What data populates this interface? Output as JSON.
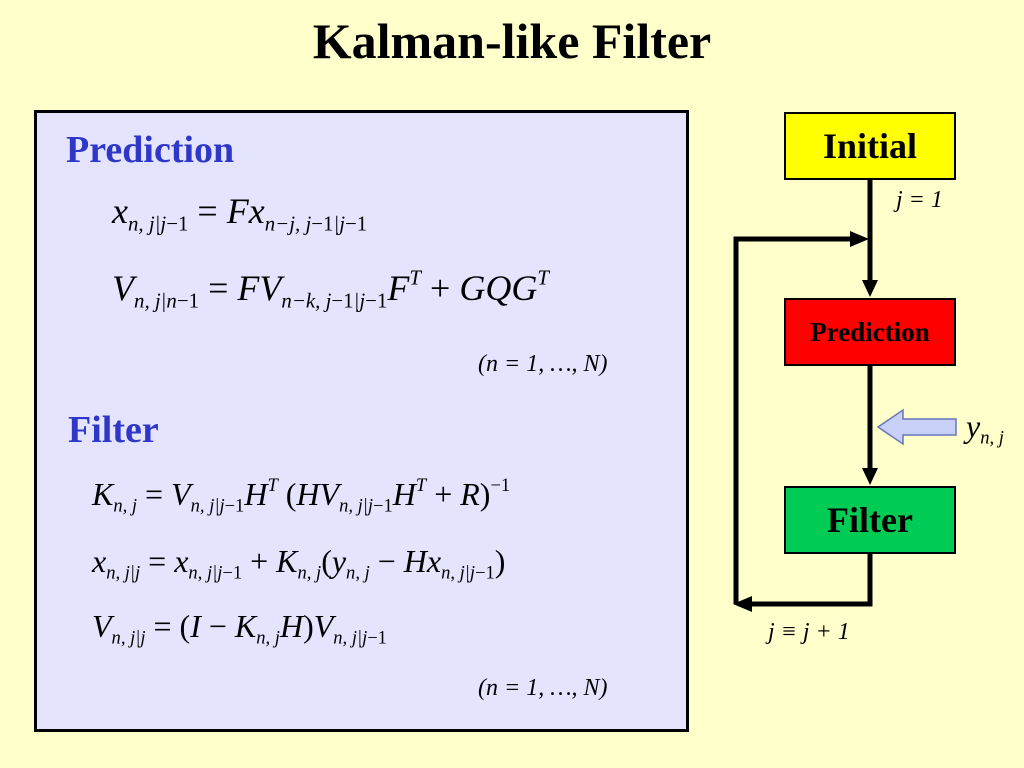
{
  "title": "Kalman-like Filter",
  "prediction": {
    "heading": "Prediction",
    "range_note": "(n = 1, …, N)"
  },
  "filter": {
    "heading": "Filter",
    "range_note": "(n = 1, …, N)"
  },
  "flowchart": {
    "initial": "Initial",
    "prediction": "Prediction",
    "filter": "Filter",
    "init_label": "j = 1",
    "loop_label": "j ≡ j + 1",
    "input_label": "y",
    "input_sub": "n, j"
  },
  "colors": {
    "background": "#ffffcc",
    "panel": "#e4e4fe",
    "heading": "#2f37c8",
    "initial_box": "#ffff00",
    "prediction_box": "#ff0000",
    "filter_box": "#00cc55",
    "input_arrow": "#c8d0f8"
  }
}
